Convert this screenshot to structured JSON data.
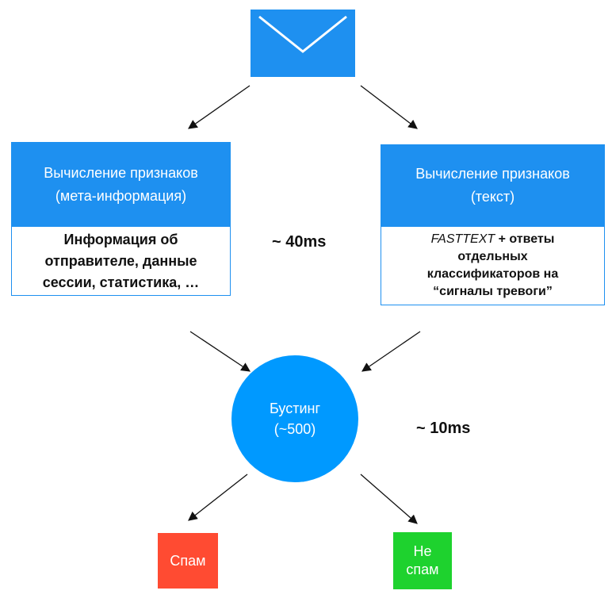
{
  "colors": {
    "box_blue": "#1e90f0",
    "circle_blue": "#0099ff",
    "spam_red": "#ff4b32",
    "notspam_green": "#1ed22e",
    "arrow": "#111111"
  },
  "icons": {
    "top": "envelope-icon"
  },
  "left_block": {
    "title_line1": "Вычисление признаков",
    "title_line2": "(мета-информация)",
    "body_line1": "Информация об",
    "body_line2": "отправителе, данные",
    "body_line3": "сессии, статистика, …"
  },
  "right_block": {
    "title_line1": "Вычисление признаков",
    "title_line2": "(текст)",
    "body_fasttext": "FASTTEXT",
    "body_line1_rest": " + ответы",
    "body_line2": "отдельных",
    "body_line3": "классификаторов на",
    "body_line4": "“сигналы тревоги”"
  },
  "timing_features": "~ 40ms",
  "boosting": {
    "line1": "Бустинг",
    "line2": "(~500)"
  },
  "timing_boosting": "~ 10ms",
  "outputs": {
    "spam": "Спам",
    "not_spam_line1": "Не",
    "not_spam_line2": "спам"
  }
}
